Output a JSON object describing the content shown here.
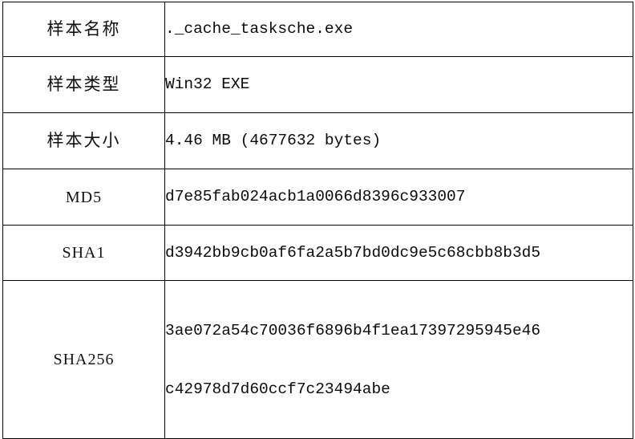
{
  "table": {
    "columns": [
      "label",
      "value"
    ],
    "rows": [
      {
        "label": "样本名称",
        "label_script": "cjk",
        "value": "._cache_tasksche.exe",
        "value_lines": [
          "._cache_tasksche.exe"
        ]
      },
      {
        "label": "样本类型",
        "label_script": "cjk",
        "value": "Win32 EXE",
        "value_lines": [
          "Win32 EXE"
        ]
      },
      {
        "label": "样本大小",
        "label_script": "cjk",
        "value": "4.46 MB (4677632 bytes)",
        "value_lines": [
          "4.46 MB (4677632 bytes)"
        ]
      },
      {
        "label": "MD5",
        "label_script": "latin",
        "value": "d7e85fab024acb1a0066d8396c933007",
        "value_lines": [
          "d7e85fab024acb1a0066d8396c933007"
        ]
      },
      {
        "label": "SHA1",
        "label_script": "latin",
        "value": "d3942bb9cb0af6fa2a5b7bd0dc9e5c68cbb8b3d5",
        "value_lines": [
          "d3942bb9cb0af6fa2a5b7bd0dc9e5c68cbb8b3d5"
        ]
      },
      {
        "label": "SHA256",
        "label_script": "latin",
        "value": "3ae072a54c70036f6896b4f1ea17397295945e46c42978d7d60ccf7c23494abe",
        "value_lines": [
          "3ae072a54c70036f6896b4f1ea17397295945e46",
          "c42978d7d60ccf7c23494abe"
        ]
      }
    ]
  },
  "style": {
    "border_color": "#000000",
    "text_color": "#000000",
    "background": "#ffffff"
  }
}
